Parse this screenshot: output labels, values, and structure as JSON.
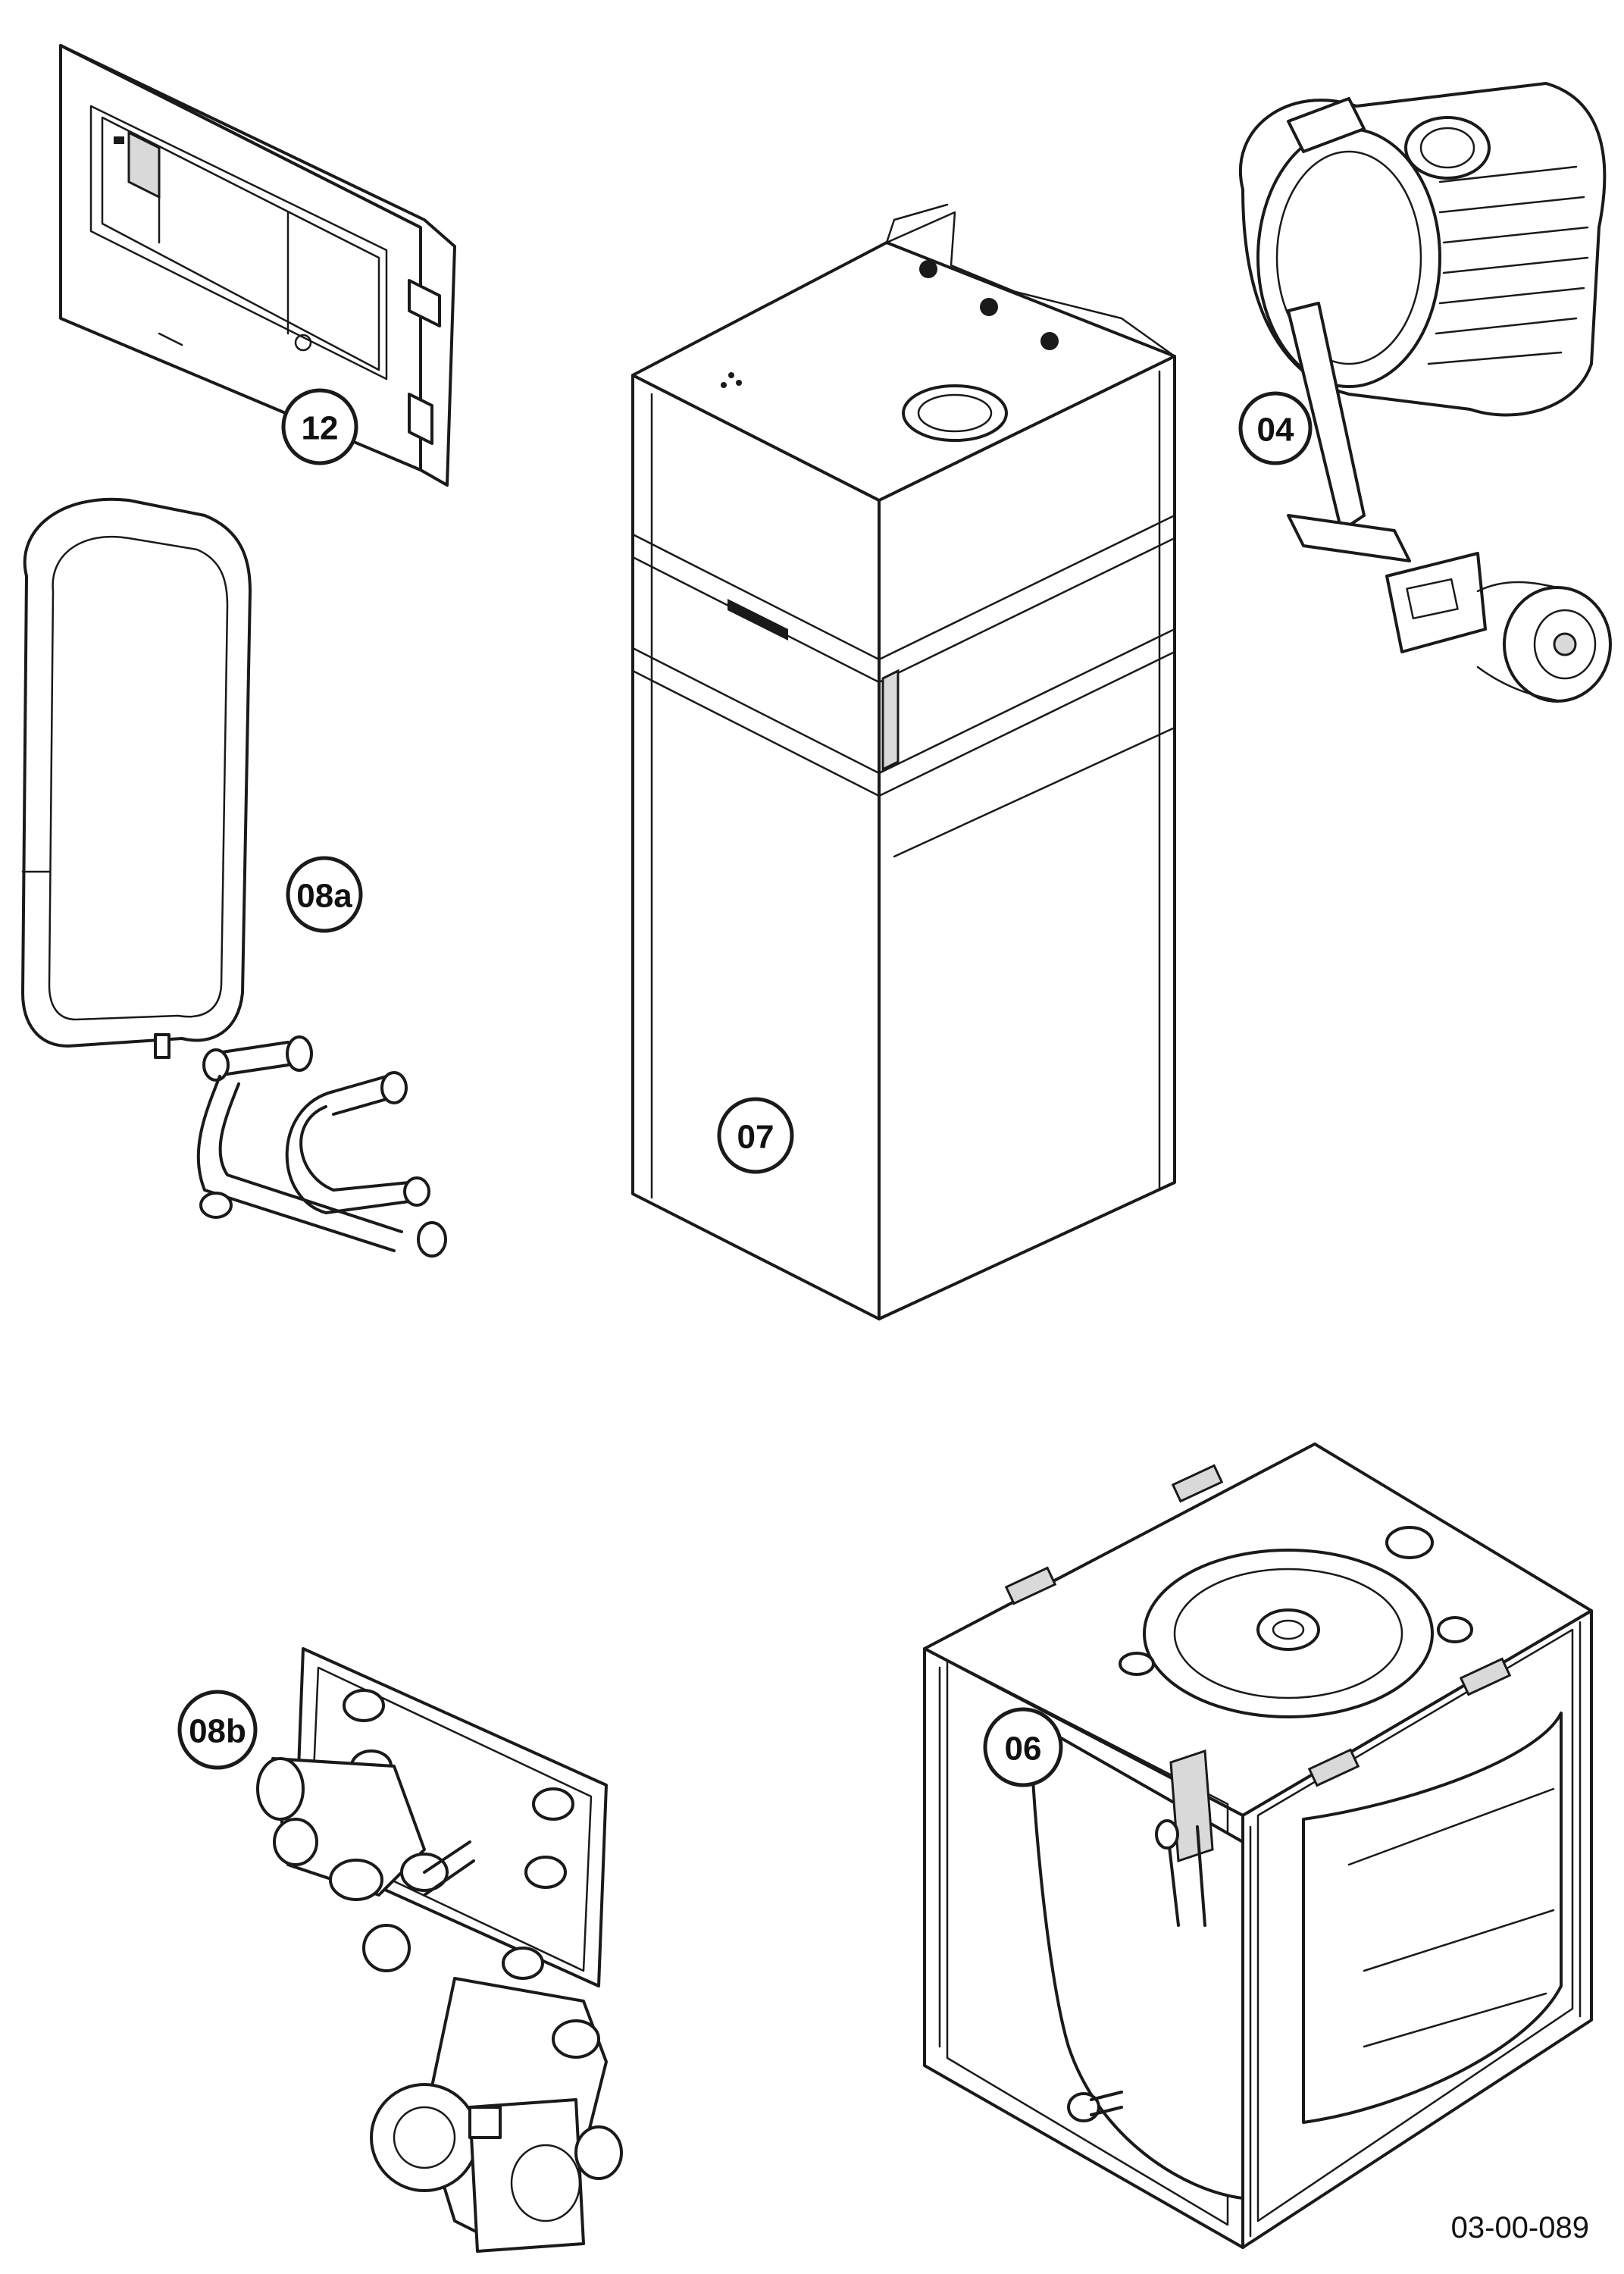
{
  "callouts": {
    "c12": "12",
    "c04": "04",
    "c08a": "08a",
    "c07": "07",
    "c08b": "08b",
    "c06": "06"
  },
  "document_ref": "03-00-089"
}
